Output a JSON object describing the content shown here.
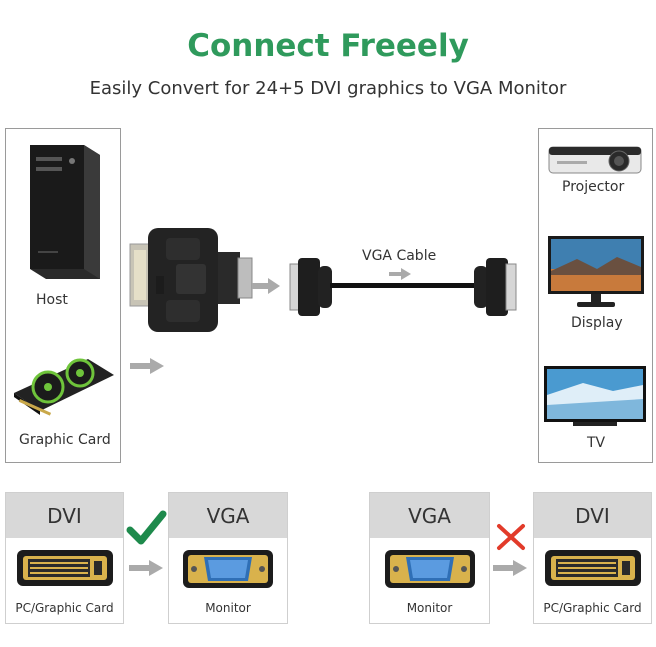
{
  "header": {
    "title": "Connect Freeely",
    "subtitle": "Easily Convert for 24+5 DVI graphics to VGA Monitor"
  },
  "left_panel": {
    "host_label": "Host",
    "card_label": "Graphic Card"
  },
  "center": {
    "cable_label": "VGA Cable"
  },
  "right_panel": {
    "projector_label": "Projector",
    "display_label": "Display",
    "tv_label": "TV"
  },
  "compat": {
    "supported": {
      "from_header": "DVI",
      "from_caption": "PC/Graphic Card",
      "to_header": "VGA",
      "to_caption": "Monitor",
      "status": "check"
    },
    "unsupported": {
      "from_header": "VGA",
      "from_caption": "Monitor",
      "to_header": "DVI",
      "to_caption": "PC/Graphic Card",
      "status": "cross"
    }
  },
  "colors": {
    "title": "#2f9a5c",
    "check": "#1e8a4c",
    "cross": "#e23b2a",
    "arrow": "#aaaaaa",
    "connector_gold": "#d9b24c"
  },
  "icons": [
    "arrow-right-icon",
    "check-icon",
    "cross-icon",
    "desktop-tower-icon",
    "graphics-card-icon",
    "projector-icon",
    "monitor-icon",
    "tv-icon"
  ]
}
